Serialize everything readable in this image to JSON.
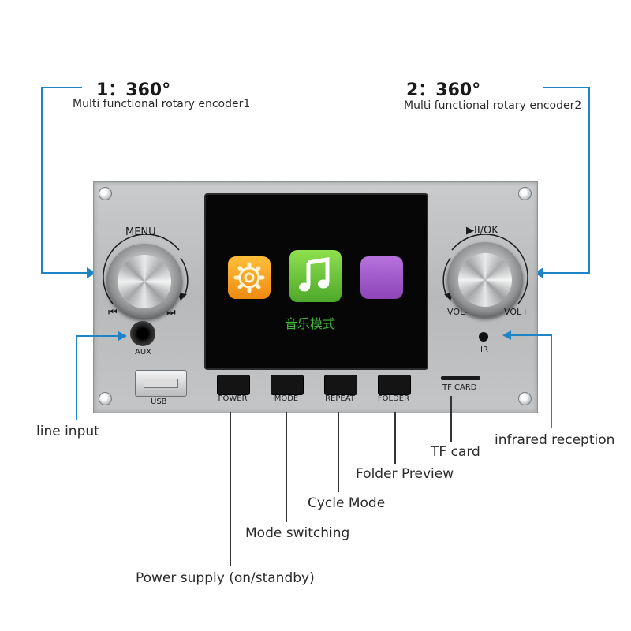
{
  "encoder1": {
    "title": "1：360°",
    "subtitle": "Multi functional rotary encoder1"
  },
  "encoder2": {
    "title": "2：360°",
    "subtitle": "Multi functional rotary encoder2"
  },
  "panel": {
    "menu_label": "MENU",
    "play_ok_label": "▶II/OK",
    "prev_label": "⏮",
    "next_label": "⏭",
    "vol_minus_label": "VOL-",
    "vol_plus_label": "VOL+",
    "aux_label": "AUX",
    "ir_label": "IR",
    "usb_label": "USB",
    "tf_card_label": "TF CARD",
    "buttons": [
      "POWER",
      "MODE",
      "REPEAT",
      "FOLDER"
    ]
  },
  "screen": {
    "mode_text": "音乐模式",
    "icons": [
      "gear-icon",
      "music-note-icon",
      "purple-app-icon"
    ],
    "colors": {
      "settings": "#f39a1e",
      "music": "#6cc236",
      "third": "#a056c8",
      "mode_text": "#3fb83a"
    }
  },
  "callouts": {
    "line_input": "line input",
    "infrared": "infrared reception",
    "tf_card": "TF card",
    "folder_preview": "Folder Preview",
    "cycle_mode": "Cycle Mode",
    "mode_switching": "Mode switching",
    "power_supply": "Power supply (on/standby)"
  },
  "colors": {
    "callout_line": "#1f84c6",
    "panel": "#c0c2c4"
  }
}
